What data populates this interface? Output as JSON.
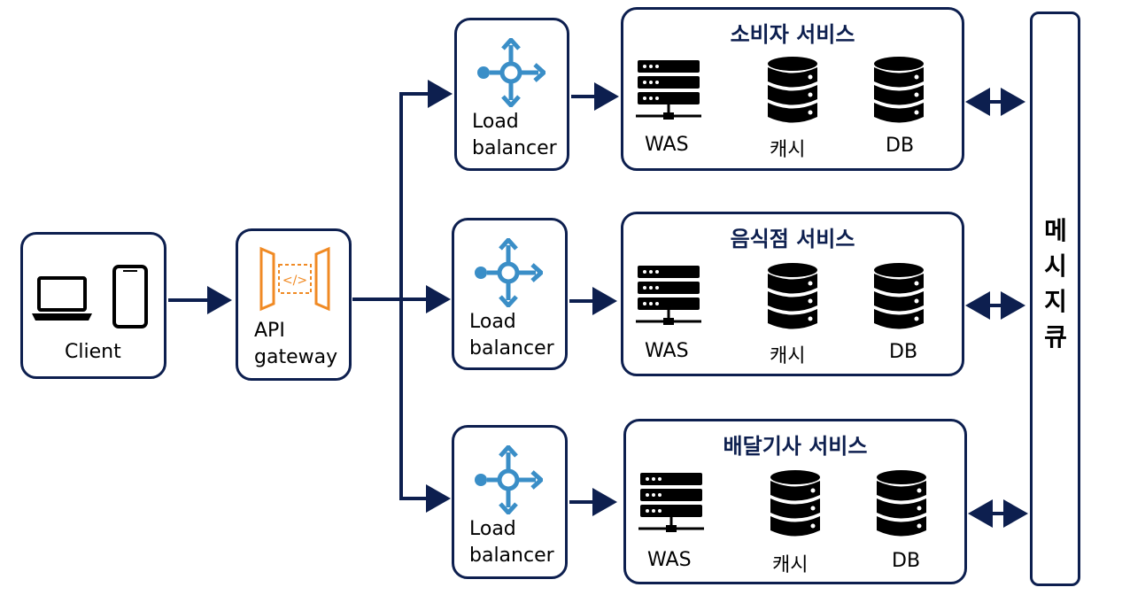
{
  "client": {
    "label": "Client"
  },
  "gateway": {
    "line1": "API",
    "line2": "gateway"
  },
  "load_balancer_label": "Load\nbalancer",
  "services": [
    {
      "title": "소비자 서비스",
      "was": "WAS",
      "cache": "캐시",
      "db": "DB"
    },
    {
      "title": "음식점 서비스",
      "was": "WAS",
      "cache": "캐시",
      "db": "DB"
    },
    {
      "title": "배달기사 서비스",
      "was": "WAS",
      "cache": "캐시",
      "db": "DB"
    }
  ],
  "message_queue": {
    "label": "메\n시\n지\n큐"
  },
  "colors": {
    "border": "#0d1f4f",
    "arrow_dark": "#0d1f4f",
    "arrow_light": "#4a76c9",
    "lb_icon": "#3a8ec7",
    "gateway_icon": "#f08a24"
  }
}
